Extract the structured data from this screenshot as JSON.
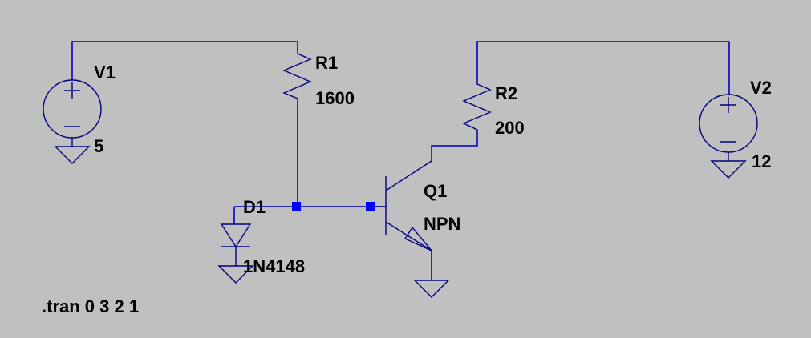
{
  "schematic": {
    "colors": {
      "background": "#c0c0c0",
      "wire": "#0000c0",
      "symbol": "#000080",
      "junction": "#0000ff",
      "text": "#000000"
    },
    "components": [
      {
        "ref": "V1",
        "type": "voltage-source",
        "value": "5"
      },
      {
        "ref": "R1",
        "type": "resistor",
        "value": "1600"
      },
      {
        "ref": "D1",
        "type": "diode",
        "value": "1N4148"
      },
      {
        "ref": "Q1",
        "type": "npn-transistor",
        "value": "NPN"
      },
      {
        "ref": "R2",
        "type": "resistor",
        "value": "200"
      },
      {
        "ref": "V2",
        "type": "voltage-source",
        "value": "12"
      }
    ],
    "directive": ".tran 0 3 2 1"
  }
}
